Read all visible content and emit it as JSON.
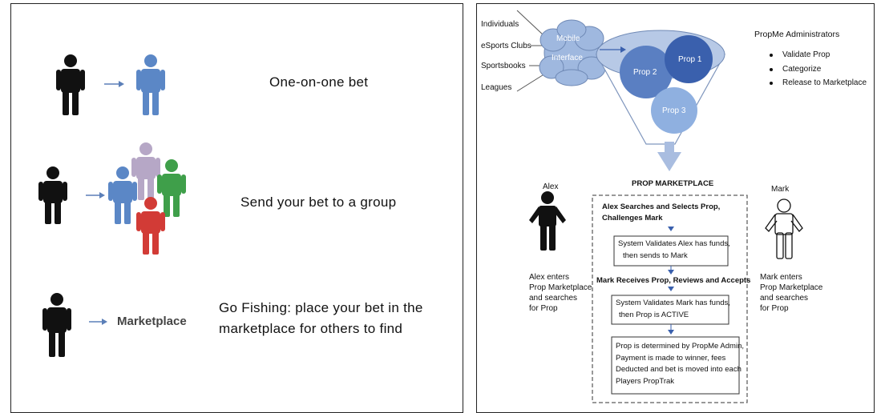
{
  "left_panel": {
    "rows": [
      {
        "label": "One-on-one bet"
      },
      {
        "label": "Send your bet to a group"
      },
      {
        "label_line1": "Go Fishing: place your bet in the",
        "label_line2": "marketplace for others to find",
        "target": "Marketplace"
      }
    ]
  },
  "right_panel": {
    "sources": [
      "Individuals",
      "eSports Clubs",
      "Sportsbooks",
      "Leagues"
    ],
    "cloud_line1": "Mobile",
    "cloud_line2": "Interface",
    "props": [
      "Prop 1",
      "Prop 2",
      "Prop 3"
    ],
    "admins": {
      "title": "PropMe Administrators",
      "items": [
        "Validate Prop",
        "Categorize",
        "Release to Marketplace"
      ]
    },
    "marketplace_title": "PROP MARKETPLACE",
    "alex": {
      "name": "Alex",
      "desc": [
        "Alex enters",
        "Prop Marketplace",
        "and searches",
        "for Prop"
      ]
    },
    "mark": {
      "name": "Mark",
      "desc": [
        "Mark enters",
        "Prop Marketplace",
        "and searches",
        "for Prop"
      ]
    },
    "flow": {
      "step1": [
        "Alex Searches and Selects Prop,",
        "Challenges Mark"
      ],
      "box1": [
        "System Validates Alex has funds,",
        "then sends to Mark"
      ],
      "step2": "Mark Receives Prop, Reviews and Accepts",
      "box2": [
        "System Validates Mark has funds,",
        "then Prop is ACTIVE"
      ],
      "box3": [
        "Prop is determined by PropMe Admin,",
        "Payment is made to winner, fees",
        "Deducted and bet is moved into each",
        "Players PropTrak"
      ]
    },
    "colors": {
      "cloud": "#9fb8df",
      "prop_dark": "#3a60ad",
      "prop_light": "#8fb0e0",
      "arrow": "#6b8fc7"
    }
  }
}
